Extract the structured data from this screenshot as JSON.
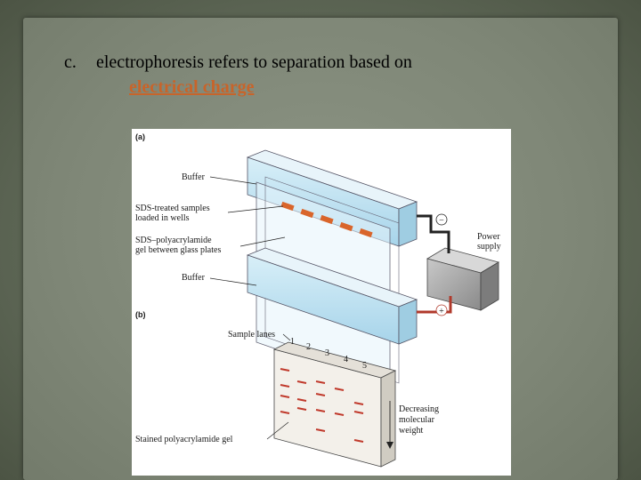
{
  "slide": {
    "bullet_marker": "c.",
    "bullet_text": "electrophoresis refers to separation based on",
    "highlight_text": "electrical charge"
  },
  "figure": {
    "panel_a_label": "(a)",
    "panel_b_label": "(b)",
    "labels": {
      "buffer_top": "Buffer",
      "sds_samples_line1": "SDS-treated samples",
      "sds_samples_line2": "loaded in wells",
      "gel_line1": "SDS–polyacrylamide",
      "gel_line2": "gel between glass plates",
      "buffer_bottom": "Buffer",
      "power_line1": "Power",
      "power_line2": "supply",
      "negative_terminal": "−",
      "positive_terminal": "+",
      "sample_lanes": "Sample lanes",
      "decreasing_line1": "Decreasing",
      "decreasing_line2": "molecular",
      "decreasing_line3": "weight",
      "stained_gel": "Stained polyacrylamide gel"
    },
    "lane_numbers": [
      "1",
      "2",
      "3",
      "4",
      "5"
    ],
    "colors": {
      "buffer_blue": "#bfe3f2",
      "band_orange": "#d9652b",
      "band_red": "#c0392b",
      "power_box": "#9a9a9a"
    }
  }
}
